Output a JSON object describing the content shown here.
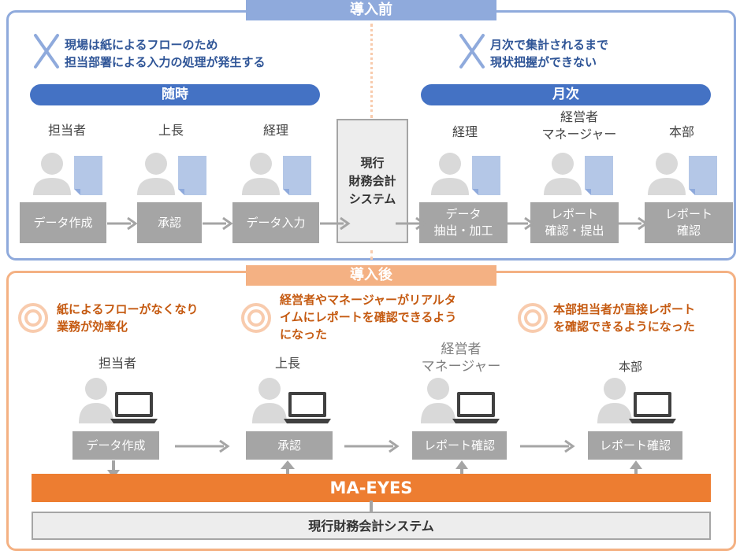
{
  "colors": {
    "before": "#8faadc",
    "before_pill": "#4472c4",
    "before_text": "#2f5597",
    "after": "#f4b183",
    "after_text": "#c55a11",
    "bar": "#ed7d31",
    "box": "#a5a5a5",
    "doc": "#b4c7e7"
  },
  "before": {
    "title": "導入前",
    "issue_left": "現場は紙によるフローのため\n担当部署による入力の処理が発生する",
    "issue_right": "月次で集計されるまで\n現状把握ができない",
    "pill_left": "随時",
    "pill_right": "月次",
    "roles": [
      "担当者",
      "上長",
      "経理",
      "経理",
      "経営者\nマネージャー",
      "本部"
    ],
    "steps": [
      "データ作成",
      "承認",
      "データ入力",
      "データ\n抽出・加工",
      "レポート\n確認・提出",
      "レポート\n確認"
    ],
    "system": "現行\n財務会計\nシステム"
  },
  "after": {
    "title": "導入後",
    "benefits": [
      "紙によるフローがなくなり\n業務が効率化",
      "経営者やマネージャーがリアルタ\nイムにレポートを確認できるよう\nになった",
      "本部担当者が直接レポート\nを確認できるようになった"
    ],
    "roles": [
      "担当者",
      "上長",
      "経営者\nマネージャー",
      "本部"
    ],
    "steps": [
      "データ作成",
      "承認",
      "レポート確認",
      "レポート確認"
    ],
    "bar": "MA-EYES",
    "system": "現行財務会計システム"
  }
}
